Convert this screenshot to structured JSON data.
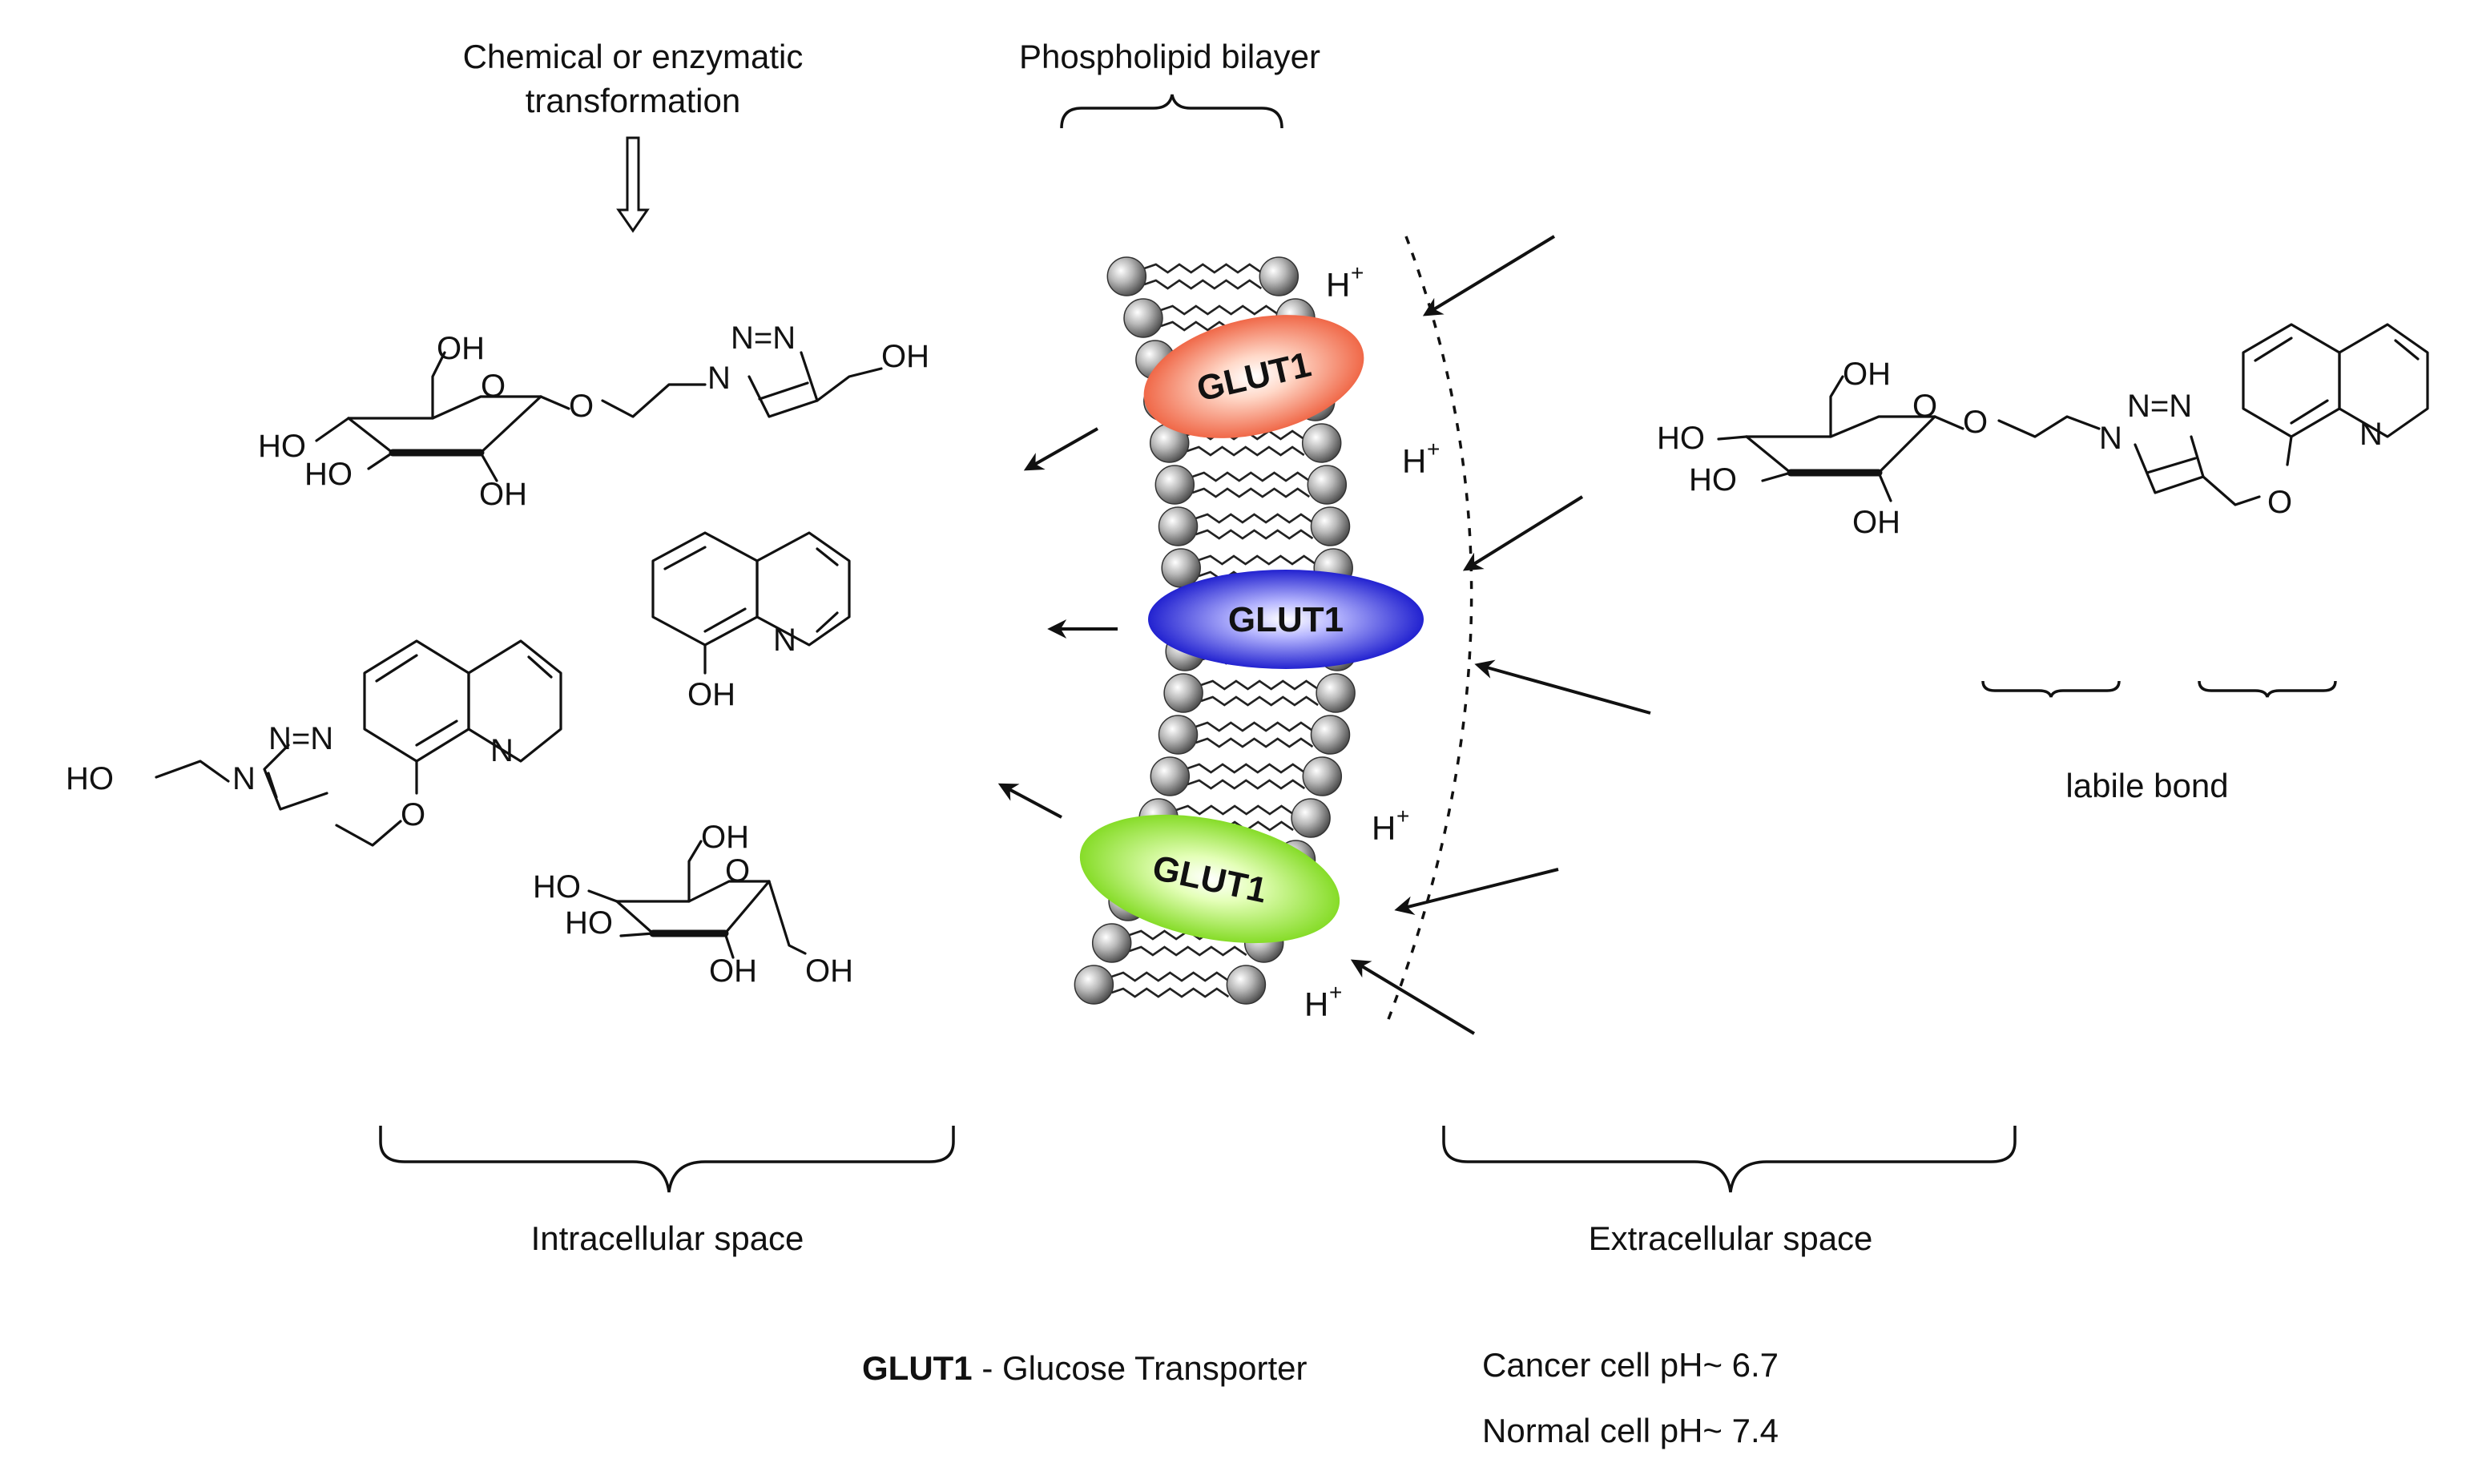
{
  "labels": {
    "transformation_line1": "Chemical or enzymatic",
    "transformation_line2": "transformation",
    "bilayer": "Phospholipid bilayer",
    "intracellular": "Intracellular space",
    "extracellular": "Extracellular space",
    "labile_bond": "labile bond",
    "legend_bold": "GLUT1",
    "legend_rest": " - Glucose Transporter",
    "cancer_ph": "Cancer cell pH~ 6.7",
    "normal_ph": "Normal cell pH~ 7.4"
  },
  "transporters": [
    {
      "label": "GLUT1",
      "color": "#f07a5a"
    },
    {
      "label": "GLUT1",
      "color": "#3030d8"
    },
    {
      "label": "GLUT1",
      "color": "#8ee030"
    }
  ],
  "protons": [
    "H",
    "H",
    "H",
    "H"
  ],
  "proton_charge": "+",
  "atoms": {
    "oh": "OH",
    "ho": "HO",
    "o": "O",
    "n": "N",
    "nn": "N=N",
    "hoch2": "HO"
  }
}
